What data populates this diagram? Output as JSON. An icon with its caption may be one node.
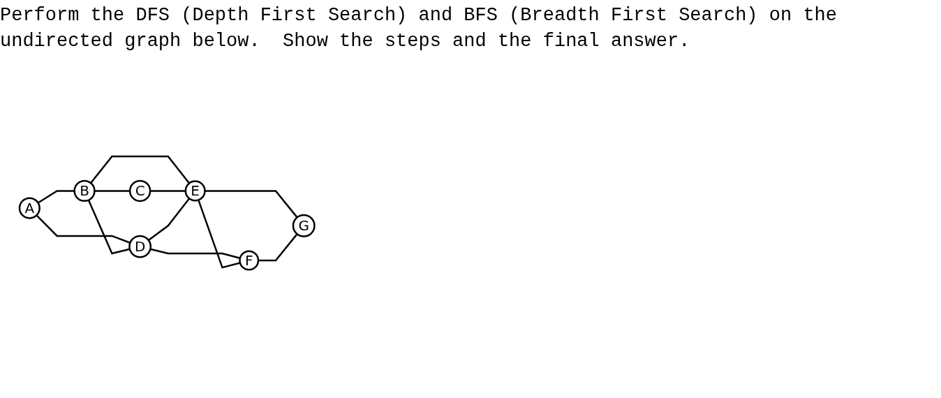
{
  "diagram": {
    "title": "Perform the DFS (Depth First Search) and BFS (Breadth First Search) on the undirected graph below.  Show the steps and the final answer.",
    "nodes": [
      {
        "text": [
          "A"
        ]
      },
      {
        "text": [
          "C"
        ]
      },
      {
        "text": [
          "B"
        ]
      },
      {
        "text": [
          "E"
        ]
      },
      {
        "text": [
          "D"
        ]
      },
      {
        "text": [
          "F"
        ]
      },
      {
        "text": [
          "G"
        ]
      }
    ],
    "edges": [
      {
        "from": 0,
        "to": 2,
        "arrow": "none"
      },
      {
        "from": 0,
        "to": 4,
        "arrow": "none"
      },
      {
        "from": 2,
        "to": 1,
        "arrow": "none"
      },
      {
        "from": 2,
        "to": 4,
        "arrow": "none"
      },
      {
        "from": 2,
        "to": 3,
        "arrow": "none"
      },
      {
        "from": 1,
        "to": 3,
        "arrow": "none"
      },
      {
        "from": 4,
        "to": 3,
        "arrow": "none"
      },
      {
        "from": 4,
        "to": 5,
        "arrow": "none"
      },
      {
        "from": 3,
        "to": 5,
        "arrow": "none"
      },
      {
        "from": 3,
        "to": 6,
        "arrow": "none"
      },
      {
        "from": 5,
        "to": 6,
        "arrow": "none"
      }
    ]
  }
}
